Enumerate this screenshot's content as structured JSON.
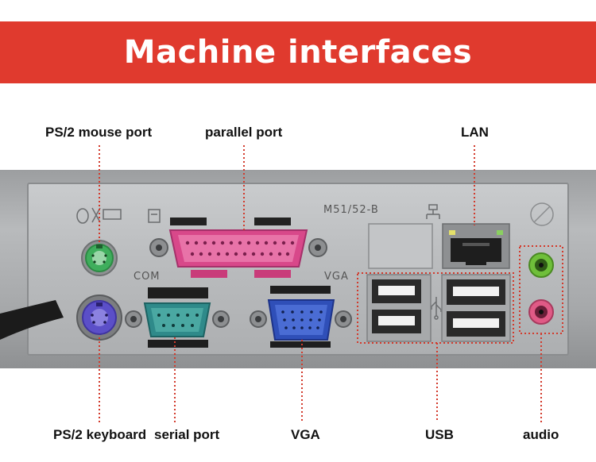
{
  "title": "Machine interfaces",
  "labels": {
    "ps2_mouse": "PS/2 mouse port",
    "parallel": "parallel port",
    "lan": "LAN",
    "ps2_keyboard": "PS/2 keyboard",
    "serial": "serial port",
    "vga": "VGA",
    "usb": "USB",
    "audio": "audio"
  },
  "etched": {
    "com": "COM",
    "vga": "VGA",
    "model": "M51/52-B"
  },
  "colors": {
    "banner": "#e03a2e",
    "leader": "#d23a2c",
    "ps2_mouse": "#3fae5c",
    "ps2_keyboard": "#5b4fc8",
    "parallel": "#d8488a",
    "serial": "#2f8a8a",
    "vga": "#2f4fb8",
    "audio_green": "#6fbf3a",
    "audio_pink": "#e05a86"
  }
}
